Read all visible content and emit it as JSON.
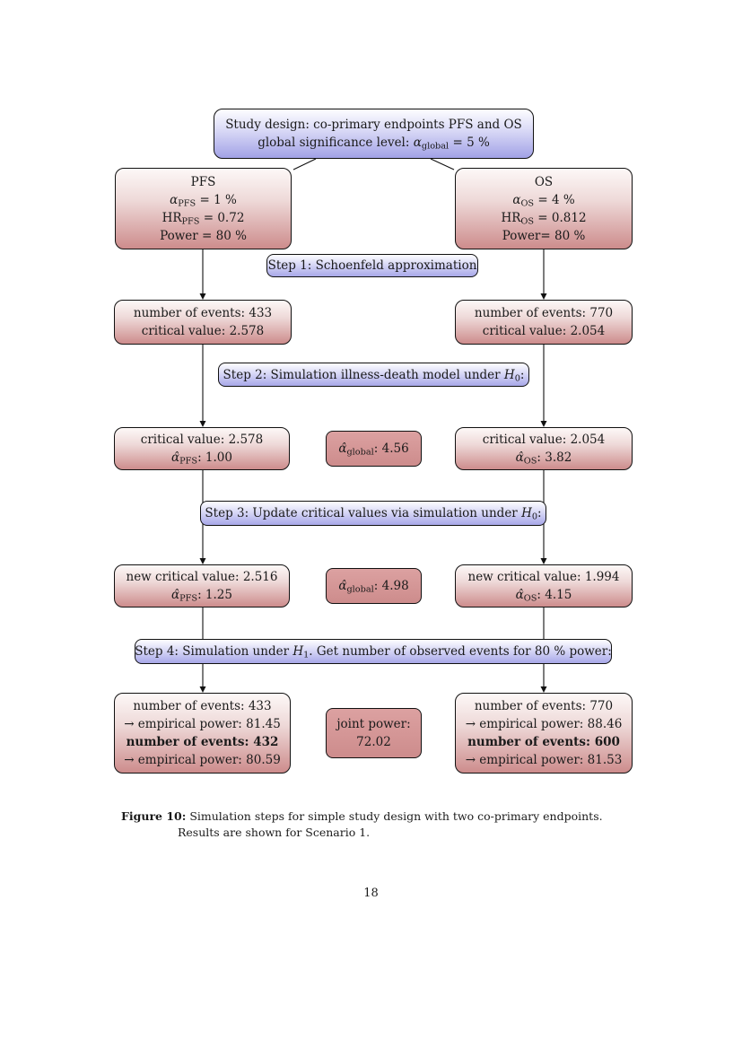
{
  "figure": {
    "caption_label": "Figure 10:",
    "caption_text": "Simulation steps for simple study design with two co-primary endpoints. Results are shown for Scenario 1.",
    "page_number": "18"
  },
  "colors": {
    "blue_box_bottom": "#a2a2e6",
    "red_box_bottom": "#cd8c8c",
    "pink_box": "#d89898",
    "border": "#111111",
    "background": "#ffffff"
  },
  "flow": {
    "top": {
      "lines": [
        "Study design: co-primary endpoints PFS and OS",
        "global significance level: $α$_{global} = 5 %"
      ]
    },
    "pfs": {
      "lines": [
        "PFS",
        "$α$_{PFS} = 1 %",
        "HR_{PFS} = 0.72",
        "Power = 80 %"
      ]
    },
    "os": {
      "lines": [
        "OS",
        "$α$_{OS} = 4 %",
        "HR_{OS} = 0.812",
        "Power= 80 %"
      ]
    },
    "step1": {
      "label": "Step 1: Schoenfeld approximation"
    },
    "events_pfs": {
      "lines": [
        "number of events: 433",
        "critical value: 2.578"
      ]
    },
    "events_os": {
      "lines": [
        "number of events: 770",
        "critical value: 2.054"
      ]
    },
    "step2": {
      "label": "Step 2: Simulation illness-death model under $H$_{0}:"
    },
    "crit_pfs": {
      "lines": [
        "critical value: 2.578",
        "$α̂$_{PFS}: 1.00"
      ]
    },
    "alpha_global_1": {
      "lines": [
        "$α̂$_{global}: 4.56"
      ]
    },
    "crit_os": {
      "lines": [
        "critical value: 2.054",
        "$α̂$_{OS}: 3.82"
      ]
    },
    "step3": {
      "label": "Step 3: Update critical values via simulation under $H$_{0}:"
    },
    "newcrit_pfs": {
      "lines": [
        "new critical value: 2.516",
        "$α̂$_{PFS}: 1.25"
      ]
    },
    "alpha_global_2": {
      "lines": [
        "$α̂$_{global}: 4.98"
      ]
    },
    "newcrit_os": {
      "lines": [
        "new critical value: 1.994",
        "$α̂$_{OS}: 4.15"
      ]
    },
    "step4": {
      "label": "Step 4: Simulation under $H$_{1}. Get number of observed events for 80 % power:"
    },
    "final_pfs": {
      "lines": [
        "number of events: 433",
        "→ empirical power: 81.45",
        "**number of events: 432**",
        "→ empirical power: 80.59"
      ]
    },
    "joint_power": {
      "lines": [
        "joint power:",
        "72.02"
      ]
    },
    "final_os": {
      "lines": [
        "number of events: 770",
        "→ empirical power: 88.46",
        "**number of events: 600**",
        "→ empirical power: 81.53"
      ]
    }
  }
}
